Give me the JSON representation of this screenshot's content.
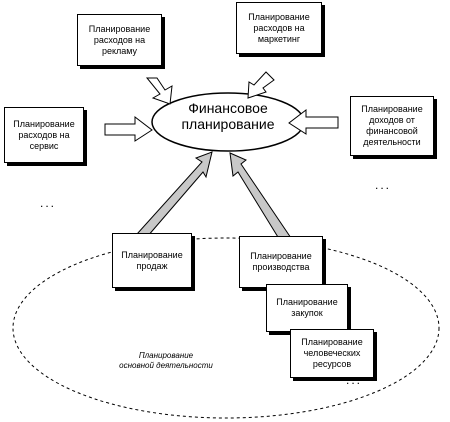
{
  "center": {
    "label": "Финансовое\nпланирование"
  },
  "outer_boxes": {
    "advertising": "Планирование\nрасходов на\nрекламу",
    "marketing": "Планирование\nрасходов на\nмаркетинг",
    "service": "Планирование\nрасходов на\nсервис",
    "financial_income": "Планирование\nдоходов от\nфинансовой\nдеятельности"
  },
  "inner_boxes": {
    "sales": "Планирование\nпродаж",
    "production": "Планирование\nпроизводства",
    "purchases": "Планирование\nзакупок",
    "hr": "Планирование\nчеловеческих\nресурсов"
  },
  "region": {
    "label": "Планирование\nосновной деятельности"
  },
  "ellipsis": {
    "left": "...",
    "right": "...",
    "bottom": "..."
  }
}
